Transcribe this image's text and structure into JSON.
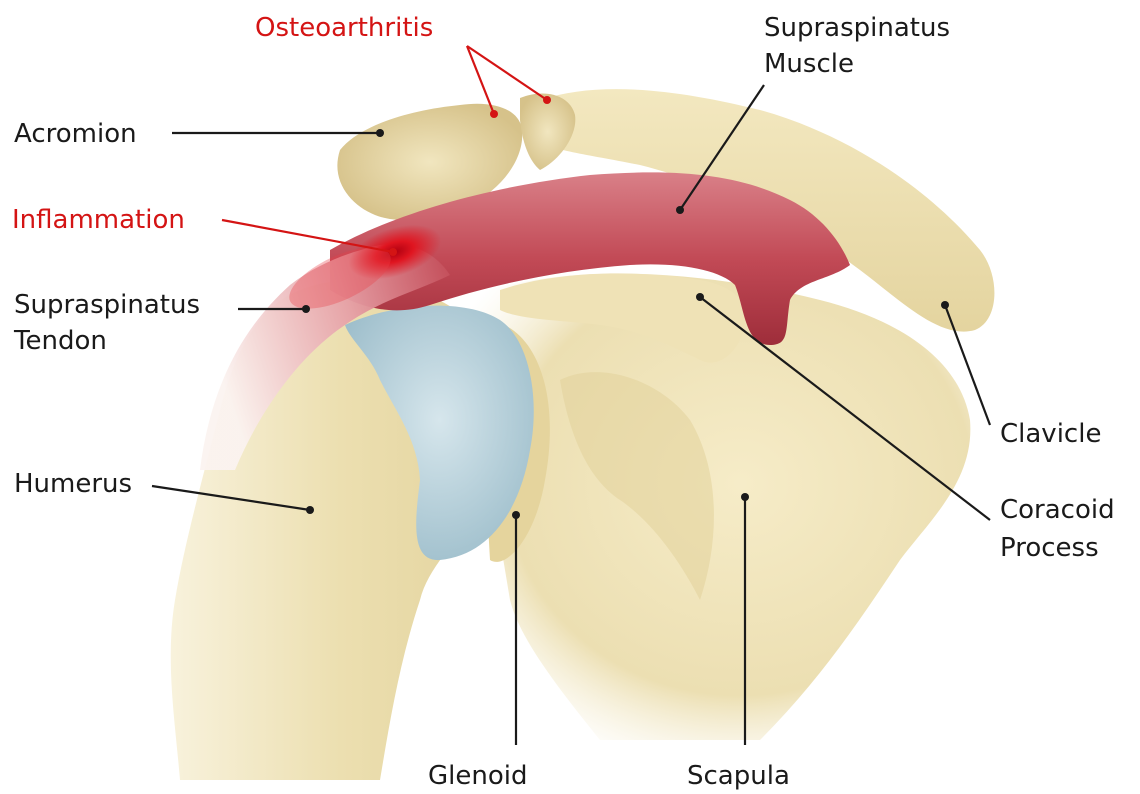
{
  "labels": {
    "osteoarthritis": "Osteoarthritis",
    "supraspinatus_muscle_1": "Supraspinatus",
    "supraspinatus_muscle_2": "Muscle",
    "acromion": "Acromion",
    "inflammation": "Inflammation",
    "supraspinatus_tendon_1": "Supraspinatus",
    "supraspinatus_tendon_2": "Tendon",
    "humerus": "Humerus",
    "clavicle": "Clavicle",
    "coracoid_1": "Coracoid",
    "coracoid_2": "Process",
    "glenoid": "Glenoid",
    "scapula": "Scapula"
  },
  "colors": {
    "bone": "#efe3b8",
    "bone_shadow": "#d8c890",
    "cartilage": "#b9d2dc",
    "muscle": "#c5535c",
    "inflammation": "#e0101a",
    "callout_red": "#d41414",
    "callout_dark": "#1a1a1a"
  }
}
